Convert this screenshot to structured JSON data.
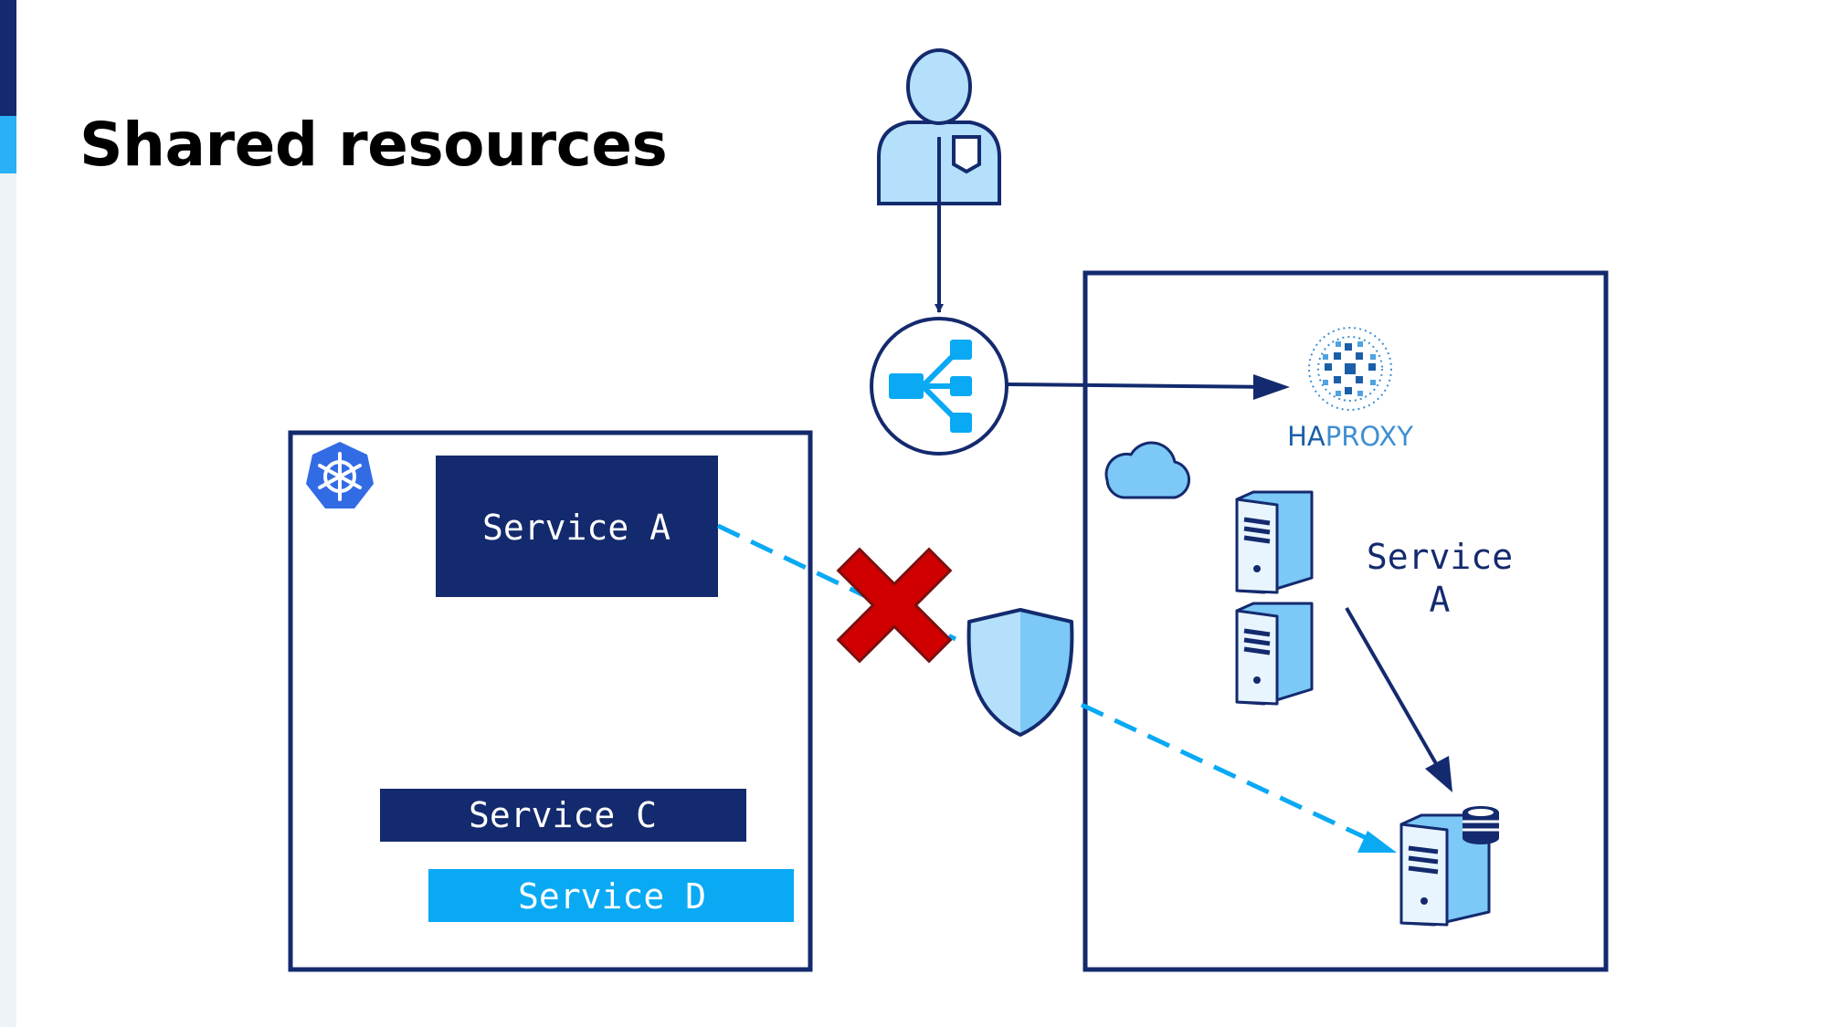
{
  "slide": {
    "title": "Shared resources"
  },
  "left_cluster": {
    "services": {
      "a": "Service A",
      "c": "Service C",
      "d": "Service D"
    }
  },
  "right_environment": {
    "proxy_brand_a": "HA",
    "proxy_brand_b": "PROXY",
    "service_label_line1": "Service",
    "service_label_line2": "A"
  },
  "icons": {
    "user": "user-icon",
    "load_balancer": "load-balancer-icon",
    "kubernetes": "kubernetes-icon",
    "haproxy": "haproxy-logo",
    "cloud": "cloud-icon",
    "server": "server-icon",
    "database_server": "database-server-icon",
    "shield": "shield-icon",
    "blocked": "x-mark-icon"
  },
  "colors": {
    "navy": "#142a6e",
    "accent_blue": "#09a9f4",
    "light_blue": "#b4e0fb",
    "mid_blue": "#7cc8f6",
    "blocked_red": "#cc0000"
  }
}
